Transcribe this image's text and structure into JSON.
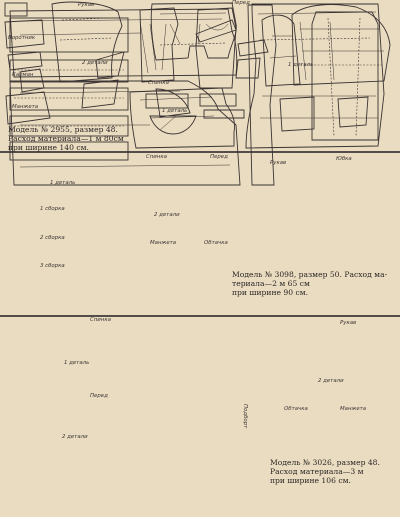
{
  "sections": [
    {
      "caption_lines": [
        "Модель № 2955, размер 48.",
        "Расход материала—1 м 80см",
        "при ширине 140 см."
      ],
      "labels": [
        "Спинка",
        "Перед",
        "Воротник",
        "Рукав",
        "Карман",
        "Манжета",
        "2 детали",
        "1 деталь"
      ]
    },
    {
      "caption_lines": [
        "Модель № 3098, размер 50. Расход ма-",
        "териала—2 м 65 см",
        "при ширине 90 см."
      ],
      "labels": [
        "Юбка",
        "Спинка",
        "Перед",
        "Рукав",
        "Манжета",
        "Обтачка",
        "1 сборка",
        "2 сборка",
        "3 сборка",
        "2 детали",
        "1 деталь"
      ]
    },
    {
      "caption_lines": [
        "Модель № 3026, размер 48.",
        "Расход материала—3 м",
        "при ширине 106 см."
      ],
      "labels": [
        "Спинка",
        "Перед",
        "Рукав",
        "Подборт",
        "Обтачка",
        "Манжета",
        "1 деталь",
        "2 детали",
        "2 детали"
      ]
    }
  ]
}
